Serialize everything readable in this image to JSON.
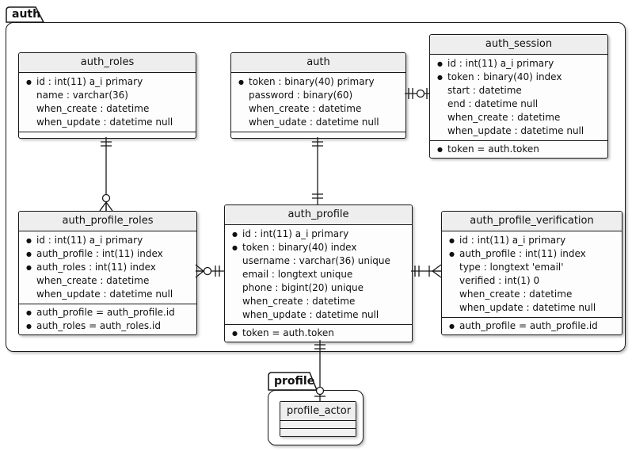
{
  "packages": {
    "auth": {
      "label": "auth"
    },
    "profile": {
      "label": "profile"
    }
  },
  "glyphs": {
    "bullet": "●"
  },
  "colors": {
    "border": "#181818",
    "header_bg": "#eeeeee",
    "body_bg": "#fdfdfd",
    "background": "#ffffff"
  },
  "tables": {
    "auth_roles": {
      "title": "auth_roles",
      "rows": [
        {
          "b": true,
          "t": "id : int(11) a_i primary"
        },
        {
          "b": false,
          "t": "name : varchar(36)"
        },
        {
          "b": false,
          "t": "when_create : datetime"
        },
        {
          "b": false,
          "t": "when_update : datetime null"
        }
      ],
      "constraints": []
    },
    "auth": {
      "title": "auth",
      "rows": [
        {
          "b": true,
          "t": "token : binary(40) primary"
        },
        {
          "b": false,
          "t": "password : binary(60)"
        },
        {
          "b": false,
          "t": "when_create : datetime"
        },
        {
          "b": false,
          "t": "when_udate : datetime null"
        }
      ],
      "constraints": []
    },
    "auth_session": {
      "title": "auth_session",
      "rows": [
        {
          "b": true,
          "t": "id : int(11) a_i primary"
        },
        {
          "b": true,
          "t": "token : binary(40) index"
        },
        {
          "b": false,
          "t": "start : datetime"
        },
        {
          "b": false,
          "t": "end : datetime null"
        },
        {
          "b": false,
          "t": "when_create : datetime"
        },
        {
          "b": false,
          "t": "when_update : datetime null"
        }
      ],
      "constraints": [
        {
          "b": true,
          "t": "token = auth.token"
        }
      ]
    },
    "auth_profile_roles": {
      "title": "auth_profile_roles",
      "rows": [
        {
          "b": true,
          "t": "id : int(11) a_i primary"
        },
        {
          "b": true,
          "t": "auth_profile : int(11) index"
        },
        {
          "b": true,
          "t": "auth_roles : int(11) index"
        },
        {
          "b": false,
          "t": "when_create : datetime"
        },
        {
          "b": false,
          "t": "when_update : datetime null"
        }
      ],
      "constraints": [
        {
          "b": true,
          "t": "auth_profile = auth_profile.id"
        },
        {
          "b": true,
          "t": "auth_roles = auth_roles.id"
        }
      ]
    },
    "auth_profile": {
      "title": "auth_profile",
      "rows": [
        {
          "b": true,
          "t": "id : int(11) a_i primary"
        },
        {
          "b": true,
          "t": "token : binary(40) index"
        },
        {
          "b": false,
          "t": "username : varchar(36) unique"
        },
        {
          "b": false,
          "t": "email : longtext unique"
        },
        {
          "b": false,
          "t": "phone : bigint(20) unique"
        },
        {
          "b": false,
          "t": "when_create : datetime"
        },
        {
          "b": false,
          "t": "when_update : datetime null"
        }
      ],
      "constraints": [
        {
          "b": true,
          "t": "token = auth.token"
        }
      ]
    },
    "auth_profile_verification": {
      "title": "auth_profile_verification",
      "rows": [
        {
          "b": true,
          "t": "id : int(11) a_i primary"
        },
        {
          "b": true,
          "t": "auth_profile : int(11) index"
        },
        {
          "b": false,
          "t": "type : longtext 'email'"
        },
        {
          "b": false,
          "t": "verified : int(1) 0"
        },
        {
          "b": false,
          "t": "when_create : datetime"
        },
        {
          "b": false,
          "t": "when_update : datetime null"
        }
      ],
      "constraints": [
        {
          "b": true,
          "t": "auth_profile = auth_profile.id"
        }
      ]
    },
    "profile_actor": {
      "title": "profile_actor",
      "rows": [],
      "constraints": []
    }
  },
  "relations": [
    {
      "from": "auth_roles",
      "to": "auth_profile_roles",
      "from_marker": "exactly-one",
      "to_marker": "zero-or-many"
    },
    {
      "from": "auth",
      "to": "auth_profile",
      "from_marker": "exactly-one",
      "to_marker": "exactly-one"
    },
    {
      "from": "auth",
      "to": "auth_session",
      "from_marker": "exactly-one",
      "to_marker": "zero-or-one"
    },
    {
      "from": "auth_profile_roles",
      "to": "auth_profile",
      "from_marker": "zero-or-many",
      "to_marker": "exactly-one"
    },
    {
      "from": "auth_profile",
      "to": "auth_profile_verification",
      "from_marker": "exactly-one",
      "to_marker": "one-or-many"
    },
    {
      "from": "auth_profile",
      "to": "profile_actor",
      "from_marker": "exactly-one",
      "to_marker": "zero-or-one"
    }
  ]
}
